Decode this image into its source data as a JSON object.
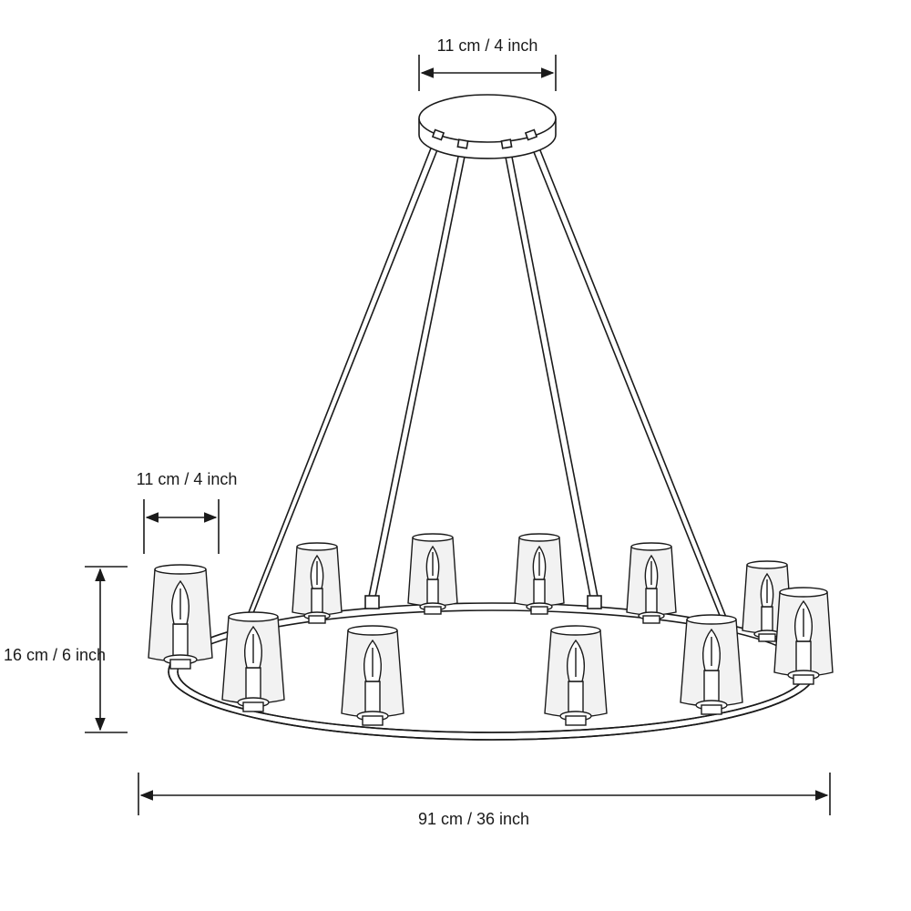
{
  "dimensions": {
    "canopy_width": "11 cm / 4 inch",
    "shade_width": "11 cm / 4 inch",
    "shade_height": "16 cm / 6 inch",
    "overall_diameter": "91 cm / 36 inch"
  },
  "colors": {
    "line": "#1a1a1a",
    "glass": "#f2f2f2",
    "background": "#ffffff"
  }
}
